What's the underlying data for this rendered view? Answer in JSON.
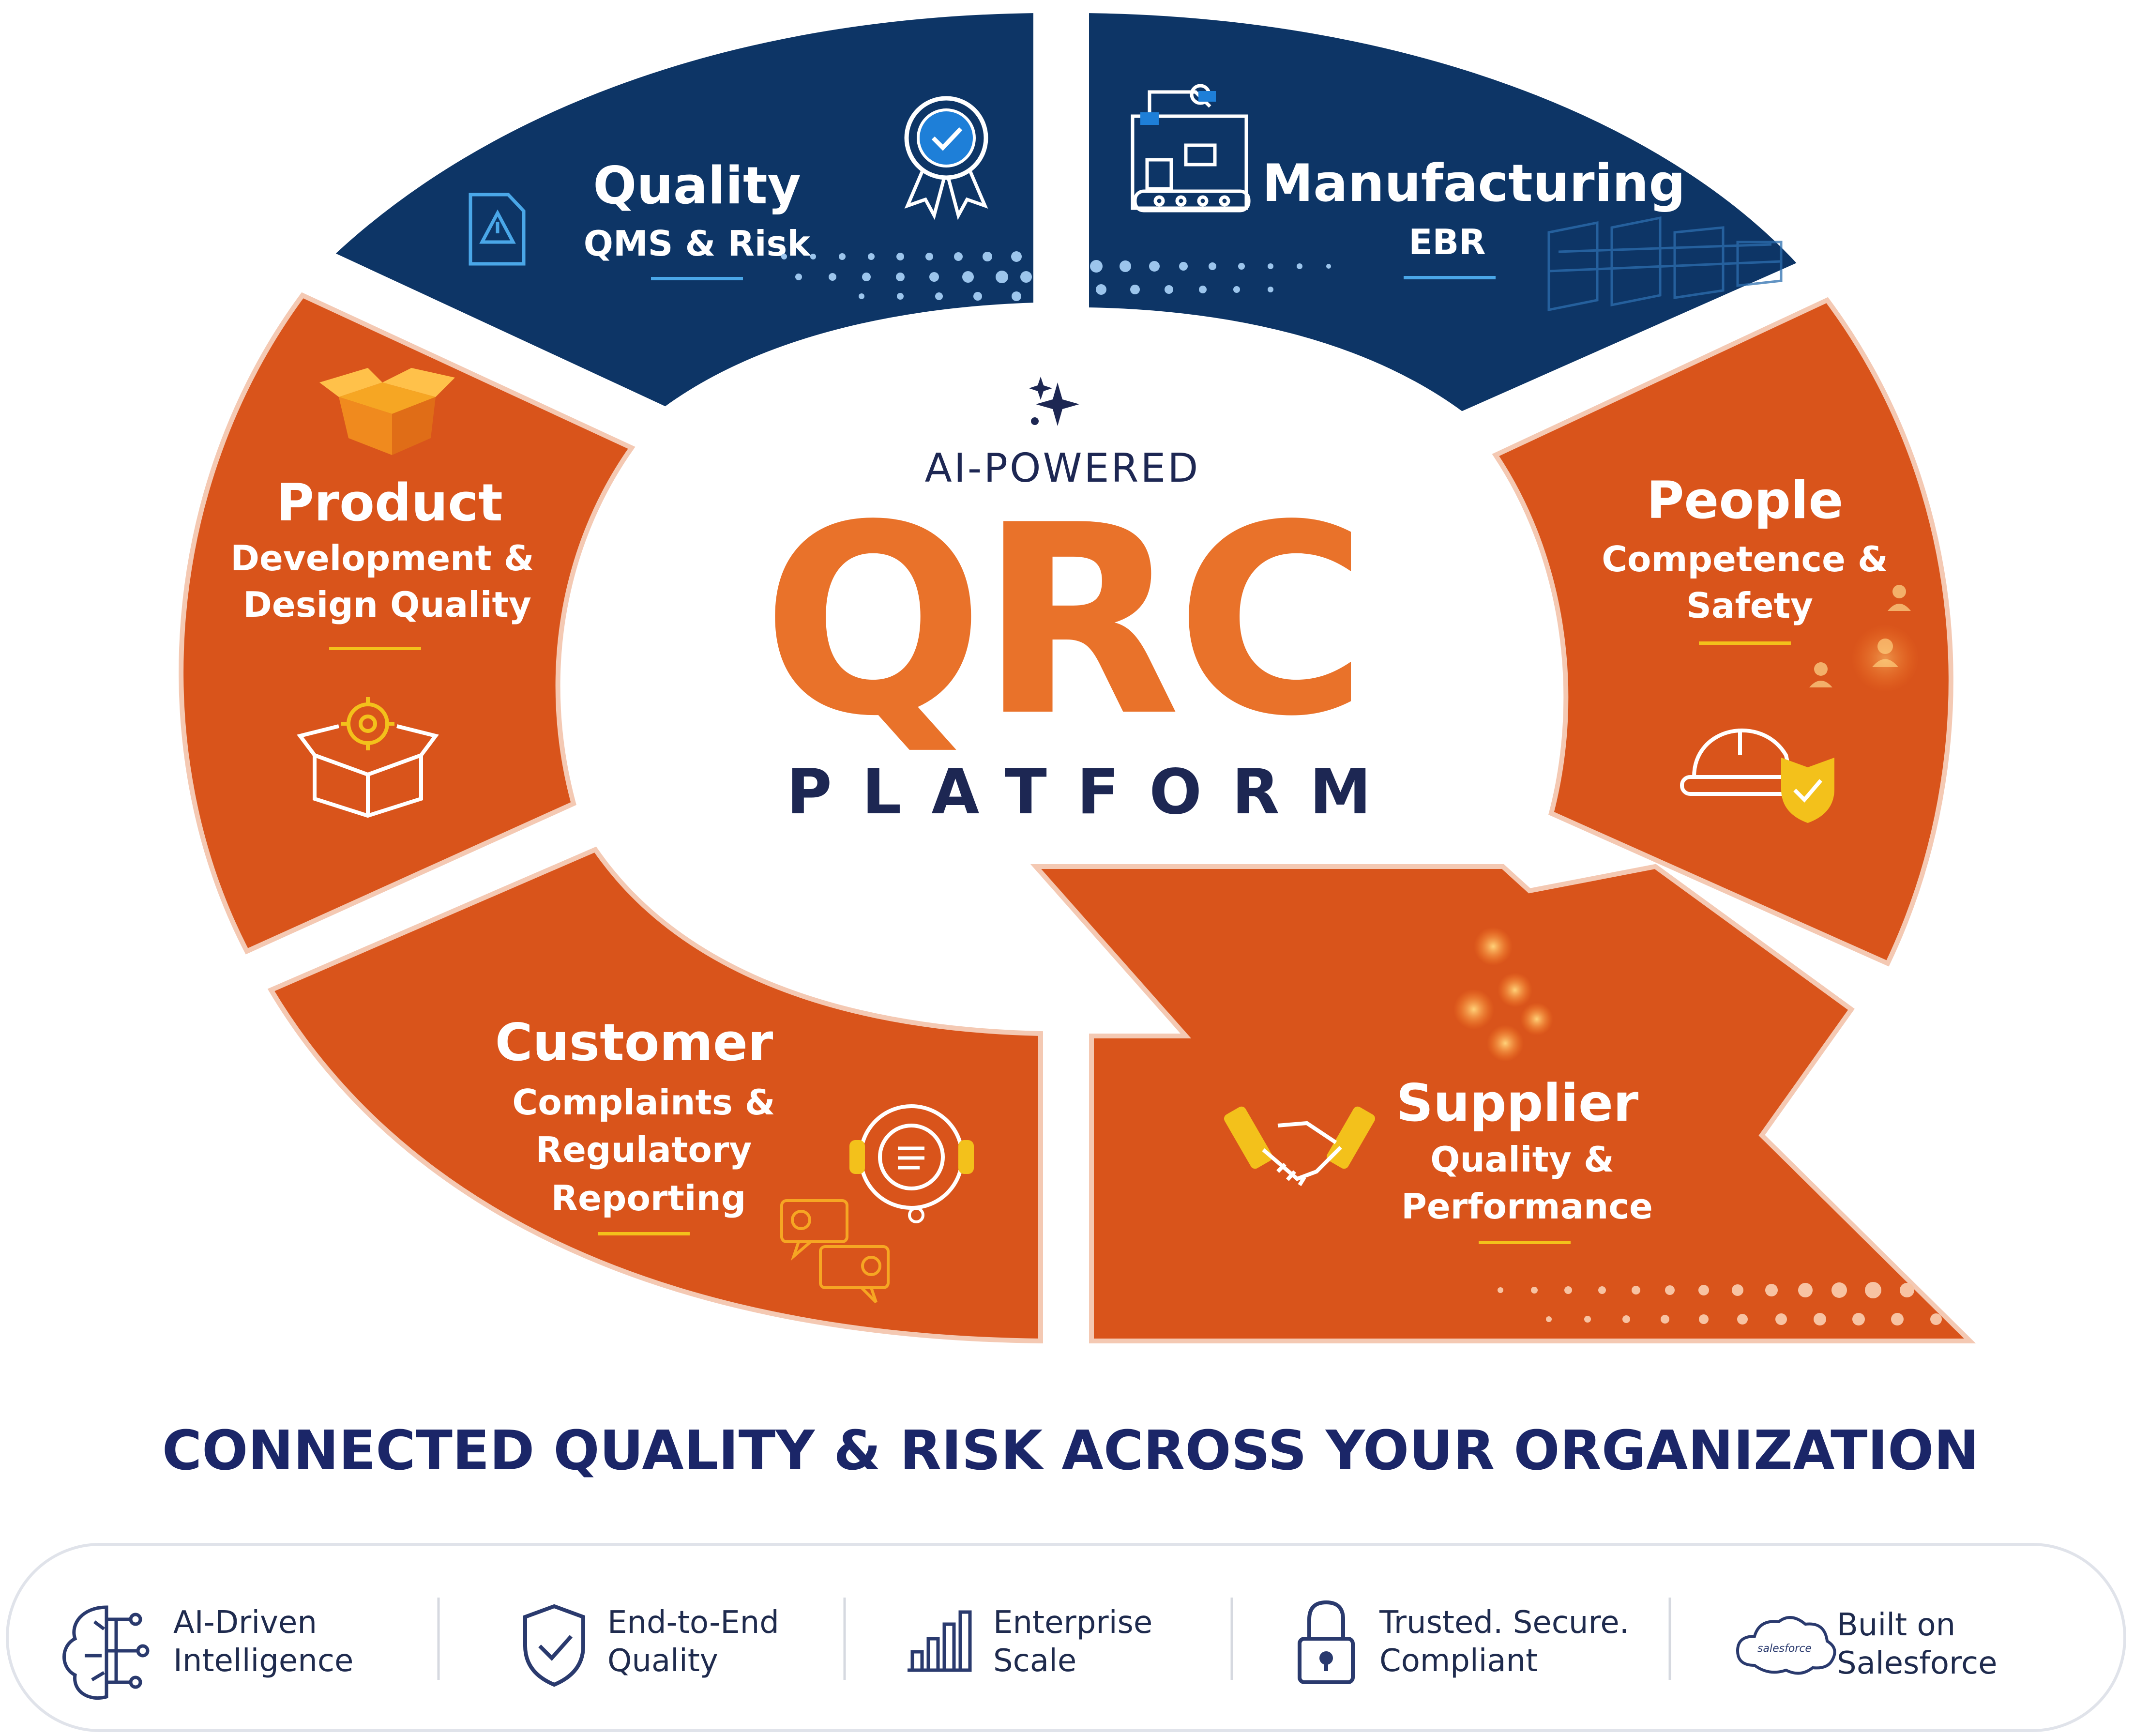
{
  "colors": {
    "navy": "#0d3566",
    "orange": "#d9541b",
    "accent": "#e9722a",
    "ink": "#1d2753",
    "gold": "#f3c11b"
  },
  "segments": {
    "quality": {
      "title": "Quality",
      "sub1": "QMS & Risk"
    },
    "manufacturing": {
      "title": "Manufacturing",
      "sub1": "EBR"
    },
    "product": {
      "title": "Product",
      "sub1": "Development &",
      "sub2": "Design Quality"
    },
    "people": {
      "title": "People",
      "sub1": "Competence &",
      "sub2": "Safety"
    },
    "customer": {
      "title": "Customer",
      "sub1": "Complaints &",
      "sub2": "Regulatory",
      "sub3": "Reporting"
    },
    "supplier": {
      "title": "Supplier",
      "sub1": "Quality &",
      "sub2": "Performance"
    }
  },
  "center": {
    "eyebrow": "AI-POWERED",
    "brand": "QRC",
    "platform": "PLATFORM"
  },
  "banner": "CONNECTED QUALITY & RISK ACROSS YOUR ORGANIZATION",
  "features": [
    {
      "line1": "AI-Driven",
      "line2": "Intelligence",
      "icon": "brain-circuit-icon"
    },
    {
      "line1": "End-to-End",
      "line2": "Quality",
      "icon": "shield-check-icon"
    },
    {
      "line1": "Enterprise",
      "line2": "Scale",
      "icon": "bar-chart-icon"
    },
    {
      "line1": "Trusted. Secure.",
      "line2": "Compliant",
      "icon": "padlock-icon"
    },
    {
      "line1": "Built on",
      "line2": "Salesforce",
      "icon": "salesforce-cloud-icon",
      "logo_text": "salesforce"
    }
  ]
}
